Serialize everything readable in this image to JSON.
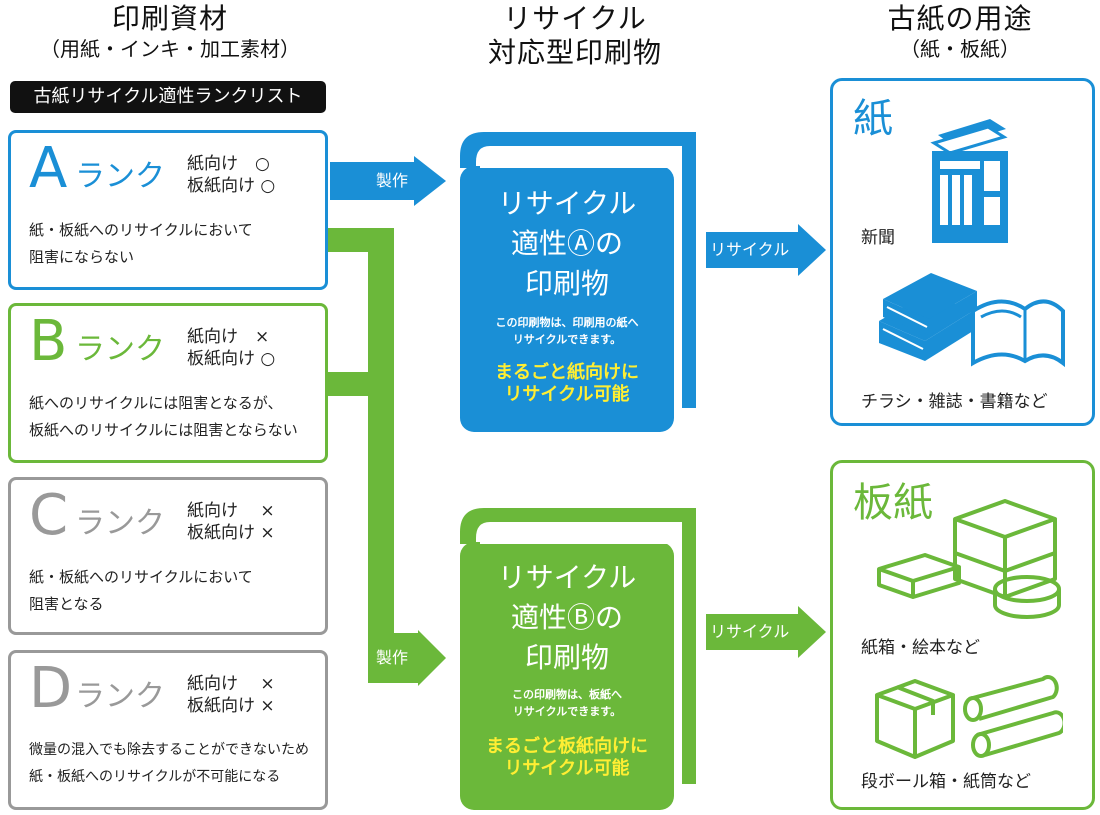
{
  "headers": {
    "col1_title": "印刷資材",
    "col1_sub": "（用紙・インキ・加工素材）",
    "col2_line1": "リサイクル",
    "col2_line2": "対応型印刷物",
    "col3_title": "古紙の用途",
    "col3_sub": "（紙・板紙）"
  },
  "list_title": "古紙リサイクル適性ランクリスト",
  "ranks": [
    {
      "letter": "A",
      "rank_word": "ランク",
      "marks": "紙向け　○\n板紙向け ○",
      "desc": [
        "紙・板紙へのリサイクルにおいて",
        "阻害にならない"
      ],
      "color": "#1a8fd6"
    },
    {
      "letter": "B",
      "rank_word": "ランク",
      "marks": "紙向け　×\n板紙向け ○",
      "desc": [
        "紙へのリサイクルには阻害となるが、",
        "板紙へのリサイクルには阻害とならない"
      ],
      "color": "#6bb83a"
    },
    {
      "letter": "C",
      "rank_word": "ランク",
      "marks": "紙向け　 ×\n板紙向け ×",
      "desc": [
        "紙・板紙へのリサイクルにおいて",
        "阻害となる"
      ],
      "color": "#999999"
    },
    {
      "letter": "D",
      "rank_word": "ランク",
      "marks": "紙向け　 ×\n板紙向け ×",
      "desc": [
        "微量の混入でも除去することができないため",
        "紙・板紙へのリサイクルが不可能になる"
      ],
      "color": "#999999"
    }
  ],
  "arrows": {
    "make_label": "製作",
    "recycle_label": "リサイクル"
  },
  "books": [
    {
      "title": [
        "リサイクル",
        "適性Ⓐの",
        "印刷物"
      ],
      "note": [
        "この印刷物は、印刷用の紙へ",
        "リサイクルできます。"
      ],
      "highlight": [
        "まるごと紙向けに",
        "リサイクル可能"
      ],
      "color": "#1a8fd6"
    },
    {
      "title": [
        "リサイクル",
        "適性Ⓑの",
        "印刷物"
      ],
      "note": [
        "この印刷物は、板紙へ",
        "リサイクルできます。"
      ],
      "highlight": [
        "まるごと板紙向けに",
        "リサイクル可能"
      ],
      "color": "#6bb83a"
    }
  ],
  "uses": {
    "paper": {
      "heading": "紙",
      "item1": "新聞",
      "item2": "チラシ・雑誌・書籍など",
      "color": "#1a8fd6"
    },
    "board": {
      "heading": "板紙",
      "item1": "紙箱・絵本など",
      "item2": "段ボール箱・紙筒など",
      "color": "#6bb83a"
    }
  },
  "colors": {
    "blue": "#1a8fd6",
    "green": "#6bb83a",
    "gray": "#999999",
    "yellow": "#ffee33"
  }
}
